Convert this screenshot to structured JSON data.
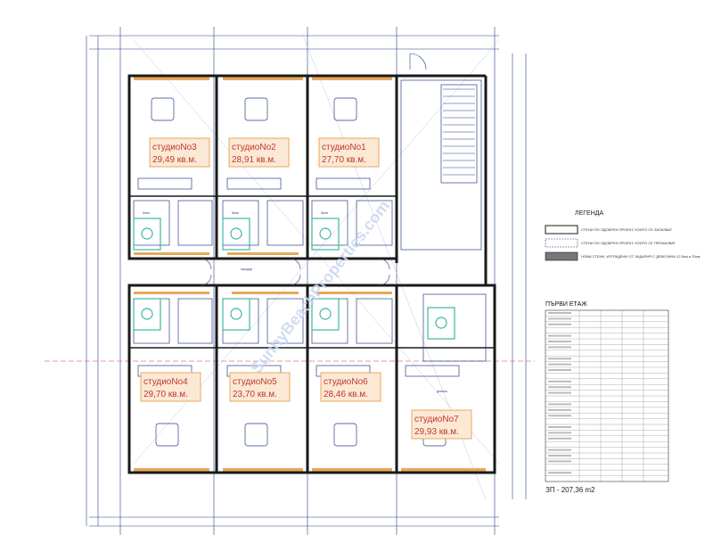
{
  "studios": [
    {
      "name": "студиоNo3",
      "area": "29,49 кв.м."
    },
    {
      "name": "студиоNo2",
      "area": "28,91 кв.м."
    },
    {
      "name": "студиоNo1",
      "area": "27,70 кв.м."
    },
    {
      "name": "студиоNo4",
      "area": "29,70 кв.м."
    },
    {
      "name": "студиоNo5",
      "area": "23,70 кв.м."
    },
    {
      "name": "студиоNo6",
      "area": "28,46 кв.м."
    },
    {
      "name": "студиоNo7",
      "area": "29,93 кв.м."
    }
  ],
  "legend": {
    "title": "ЛЕГЕНДА",
    "items": [
      "СТЕНИ ПО ОДОБРЕН ПРОЕКТ, КОИТО СЕ ЗАПАЗВАТ",
      "СТЕНИ ПО ОДОБРЕН ПРОЕКТ, КОИТО СЕ ПРЕМАХВАТ",
      "НОВИ СТЕНИ, ИЗГРАДЕНИ ОТ ЗИДАРИЯ С ДЕБЕЛИНА 12.5см и 25см"
    ]
  },
  "floor": {
    "title": "ПЪРВИ ЕТАЖ",
    "summary": "ЗП - 207,36 m2"
  },
  "watermark": "SunnyBeachProperties.com",
  "colors": {
    "wall": "#1a1a1a",
    "plan_line": "#2a3f8a",
    "highlight": "#e8a85a",
    "bath": "#3cb8a0",
    "studio_label": "#c0392b"
  }
}
